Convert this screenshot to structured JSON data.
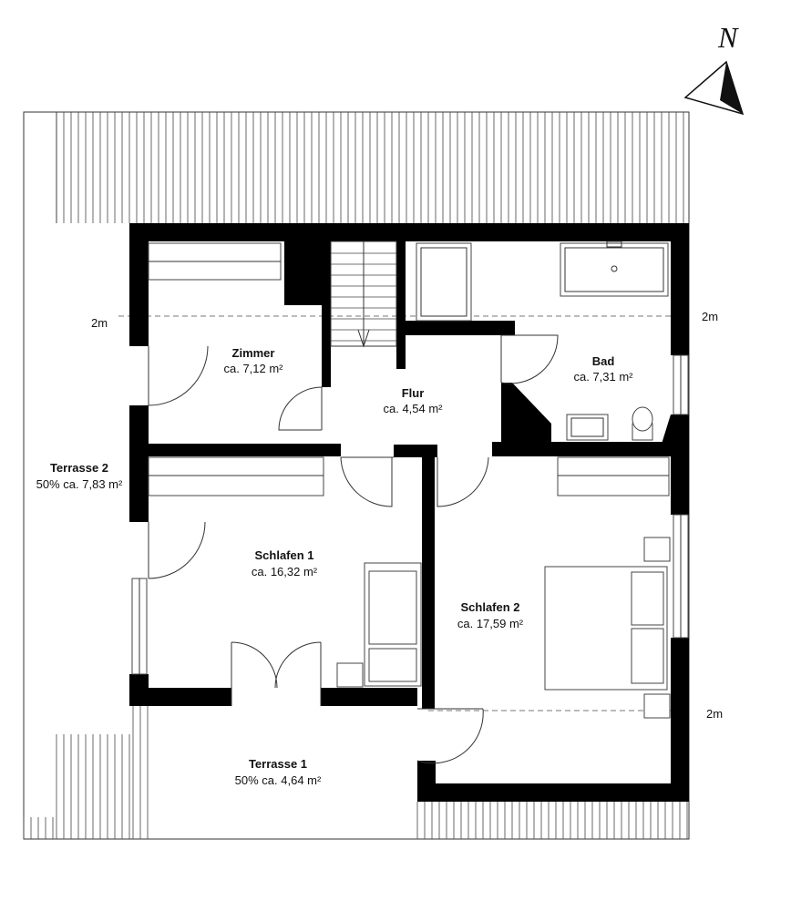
{
  "compass": {
    "label": "N",
    "icon": "north-arrow-icon"
  },
  "height_markers": [
    "2m",
    "2m",
    "2m"
  ],
  "rooms": [
    {
      "key": "zimmer",
      "name": "Zimmer",
      "area": "ca. 7,12 m²"
    },
    {
      "key": "flur",
      "name": "Flur",
      "area": "ca. 4,54 m²"
    },
    {
      "key": "bad",
      "name": "Bad",
      "area": "ca. 7,31 m²"
    },
    {
      "key": "terrasse2",
      "name": "Terrasse 2",
      "area": "50% ca. 7,83 m²"
    },
    {
      "key": "schlafen1",
      "name": "Schlafen 1",
      "area": "ca. 16,32 m²"
    },
    {
      "key": "schlafen2",
      "name": "Schlafen 2",
      "area": "ca. 17,59 m²"
    },
    {
      "key": "terrasse1",
      "name": "Terrasse 1",
      "area": "50% ca. 4,64 m²"
    }
  ],
  "colors": {
    "wall": "#000000",
    "line": "#333333",
    "background": "#ffffff"
  }
}
